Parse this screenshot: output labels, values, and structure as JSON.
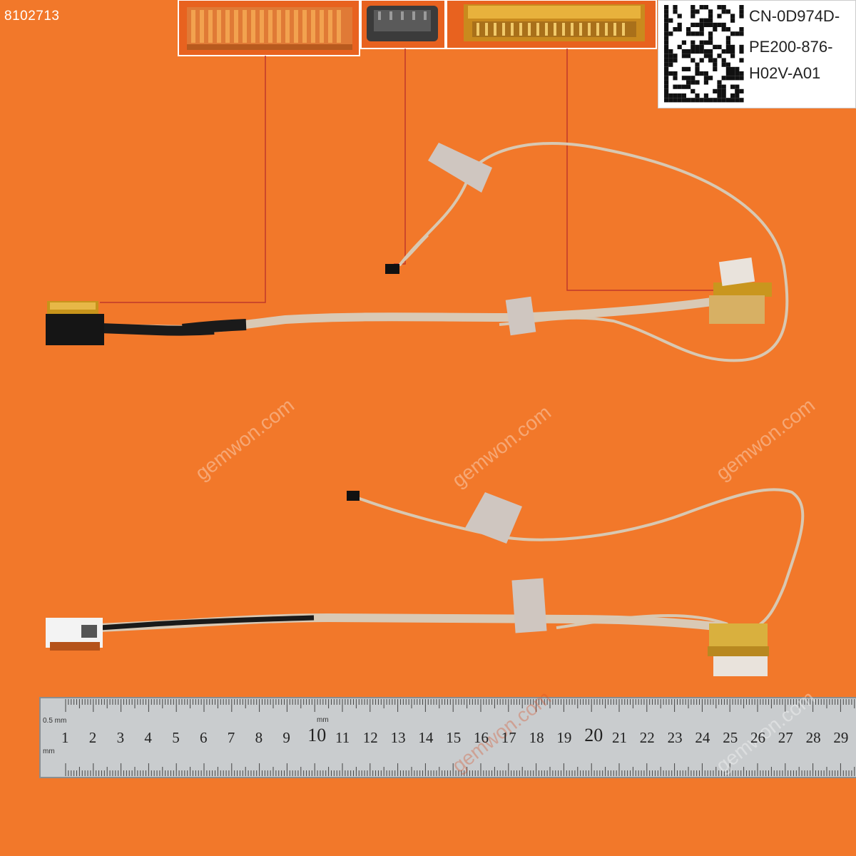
{
  "product_sku": "8102713",
  "part_label": {
    "lines": [
      "CN-0D974D-",
      "PE200-876-",
      "H02V-A01"
    ]
  },
  "watermark": "gemwon.com",
  "ruler": {
    "units": [
      "mm",
      "0.5 mm",
      "mm"
    ],
    "numbers": [
      "1",
      "2",
      "3",
      "4",
      "5",
      "6",
      "7",
      "8",
      "9",
      "10",
      "11",
      "12",
      "13",
      "14",
      "15",
      "16",
      "17",
      "18",
      "19",
      "20",
      "21",
      "22",
      "23",
      "24",
      "25",
      "26",
      "27",
      "28",
      "29"
    ]
  },
  "colors": {
    "background": "#f2782a",
    "cable": "#d9c9b5",
    "cable_black": "#1a1a1a",
    "connector_gold": "#d9a020",
    "callout_line": "#c0392b",
    "ruler": "#c9ccce"
  },
  "items": [
    "top-lcd-cable-assembly",
    "bottom-lcd-cable-assembly"
  ]
}
